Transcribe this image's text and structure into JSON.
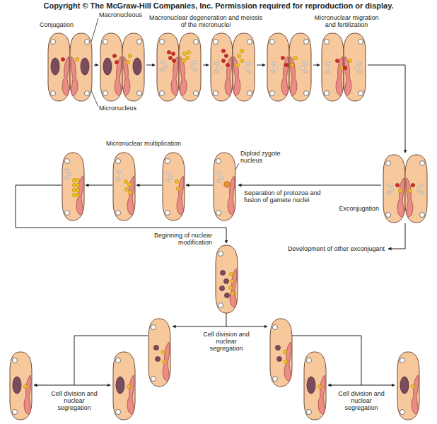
{
  "diagram": {
    "labels": [
      "Copyright © The McGraw-Hill Companies, Inc. Permission required for reproduction or display.",
      "Conjugation",
      "Macronucleous",
      "Macronuclear degeneration and meiosis of the micronuclei",
      "Micronuclear migration and fertilization",
      "Micronucleus",
      "Micronuclear multiplication",
      "Diploid zygote nucleus",
      "Separation of protozoa and fusion of gamete nuclei",
      "Exconjugation",
      "Development of other exconjugant",
      "Beginning of nuclear modification",
      "Cell division and nuclear segregation",
      "Cell division and nuclear segregation",
      "Cell division and nuclear segregation"
    ]
  }
}
